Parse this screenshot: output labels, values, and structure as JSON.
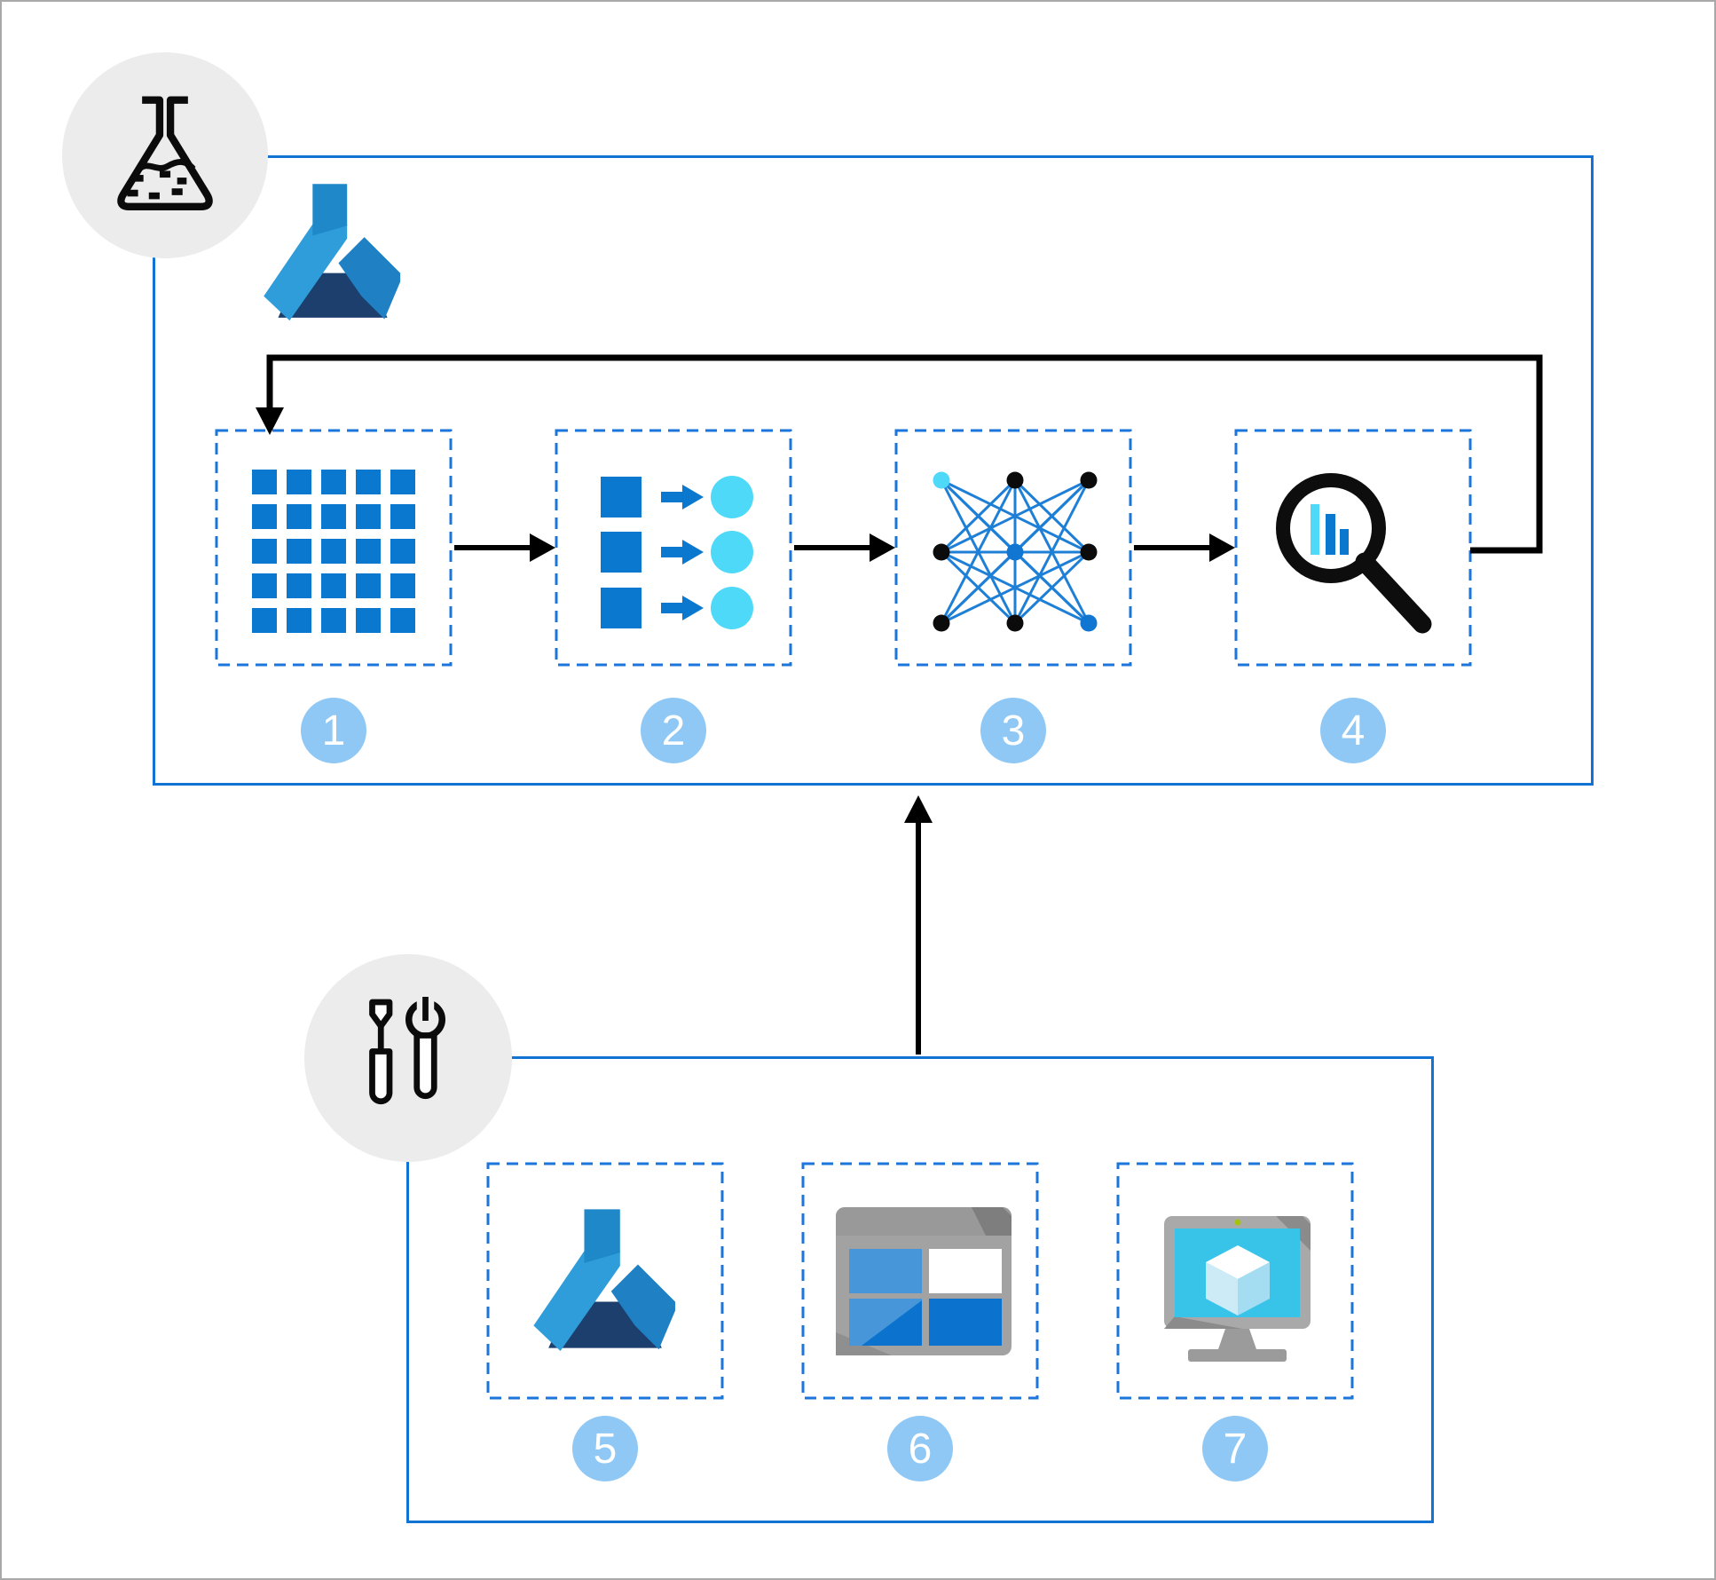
{
  "top_group": {
    "name": "experiment-pipeline",
    "corner_icon": "experiment-flask-icon",
    "logo_icon": "azure-machine-learning-logo",
    "steps": [
      {
        "number": "1",
        "icon": "dataset-grid-icon"
      },
      {
        "number": "2",
        "icon": "featurization-transform-icon"
      },
      {
        "number": "3",
        "icon": "neural-network-icon"
      },
      {
        "number": "4",
        "icon": "evaluate-magnifier-icon"
      }
    ]
  },
  "bottom_group": {
    "name": "tools",
    "corner_icon": "tools-icon",
    "steps": [
      {
        "number": "5",
        "icon": "azure-machine-learning-logo"
      },
      {
        "number": "6",
        "icon": "designer-window-icon"
      },
      {
        "number": "7",
        "icon": "virtual-machine-icon"
      }
    ]
  },
  "colors": {
    "container_border": "#1174d4",
    "dashed_border": "#1b75db",
    "badge_fill": "#8fc8f5",
    "badge_text": "#ffffff",
    "square_blue": "#0b78d0",
    "cyan": "#4fd9f8",
    "net_line_blue": "#1e7fd6",
    "node_black": "#0b0b0b",
    "arrow_black": "#000000",
    "gray_circle": "#ececec",
    "logo_light_blue": "#2f9dd9",
    "logo_medium_blue": "#1e88c9",
    "logo_band_blue": "#1f80c4",
    "logo_dark_navy": "#1c3f6e",
    "window_gray": "#a2a2a2",
    "window_dark_gray": "#7e7e7e",
    "panel_light_blue": "#4796d9",
    "panel_blue": "#0b73ce",
    "screen_cyan": "#38c4e9",
    "cube_left_face": "#cdeaf7",
    "cube_right_face": "#a4dcf1",
    "vm_bezel_gray": "#a9a9a9",
    "green_dot": "#a5c20c",
    "outer_border_gray": "#a9a9a9"
  }
}
